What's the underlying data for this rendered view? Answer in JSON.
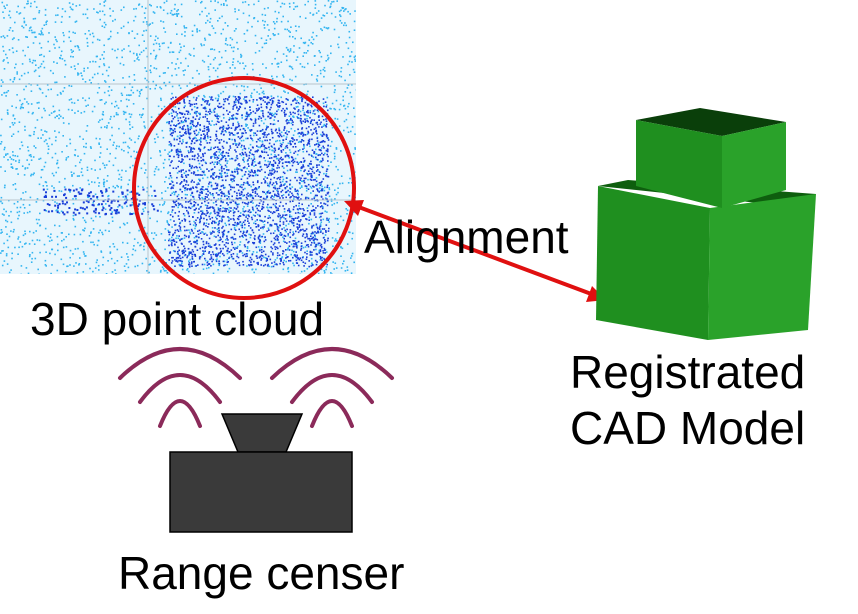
{
  "labels": {
    "point_cloud": "3D point cloud",
    "alignment": "Alignment",
    "cad_line1": "Registrated",
    "cad_line2": "CAD Model",
    "sensor": "Range censer"
  },
  "colors": {
    "cloud_light": "#33b5f0",
    "cloud_dark": "#1a3fd8",
    "circle": "#e01010",
    "arrow": "#e01010",
    "cad_dark": "#0a4a0a",
    "cad_mid": "#1a8a1a",
    "cad_light": "#2ea82e",
    "sensor": "#3a3a3a",
    "waves": "#8b2a5a"
  },
  "icons": {
    "point_cloud_scan": "point-cloud-scan-image",
    "cad_model": "stepped-box-3d",
    "sensor": "range-sensor-device",
    "waves": "signal-wave-arcs"
  }
}
